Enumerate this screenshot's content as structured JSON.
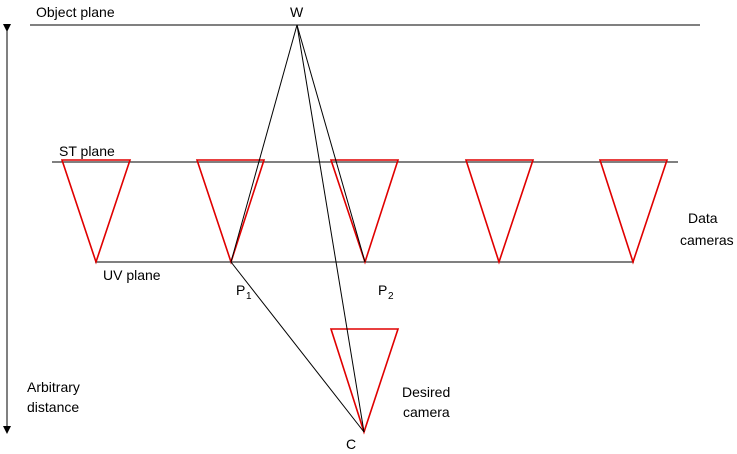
{
  "labels": {
    "object_plane": "Object plane",
    "w": "W",
    "st_plane": "ST plane",
    "uv_plane": "UV plane",
    "data_cameras_1": "Data",
    "data_cameras_2": "cameras",
    "p1": "P",
    "p1_sub": "1",
    "p2": "P",
    "p2_sub": "2",
    "desired_1": "Desired",
    "desired_2": "camera",
    "c": "C",
    "arbitrary_1": "Arbitrary",
    "arbitrary_2": "distance"
  },
  "colors": {
    "camera": "#e00000",
    "lines": "#000000"
  }
}
